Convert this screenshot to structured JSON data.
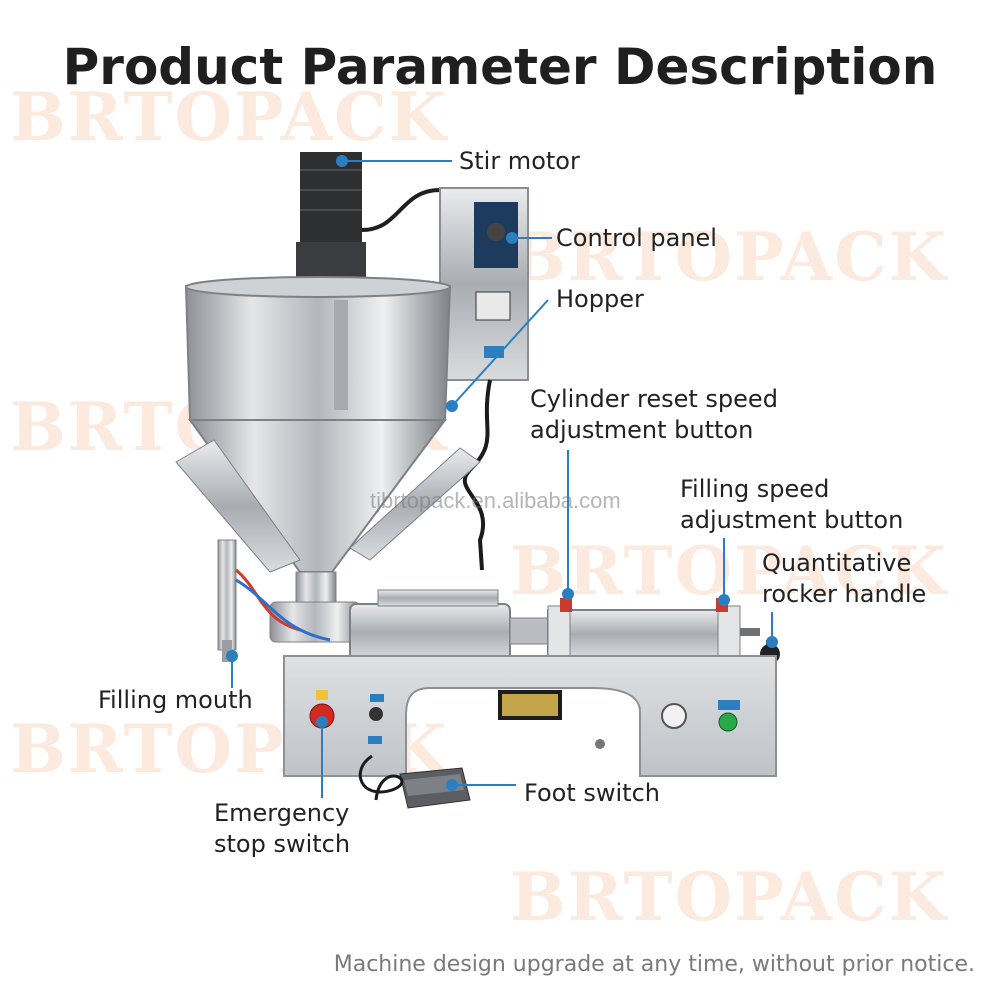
{
  "header": {
    "title": "Product Parameter Description"
  },
  "watermarks": {
    "brand": "BRTOPACK",
    "website": "tjbrtopack.en.alibaba.com"
  },
  "labels": {
    "stir_motor": "Stir motor",
    "control_panel": "Control panel",
    "hopper": "Hopper",
    "cylinder_reset_1": "Cylinder reset speed",
    "cylinder_reset_2": "adjustment button",
    "filling_speed_1": "Filling speed",
    "filling_speed_2": "adjustment button",
    "rocker_1": "Quantitative",
    "rocker_2": "rocker handle",
    "filling_mouth": "Filling mouth",
    "emergency_1": "Emergency",
    "emergency_2": "stop switch",
    "foot_switch": "Foot switch"
  },
  "footer": {
    "note": "Machine design upgrade at any time, without prior notice."
  },
  "colors": {
    "callout": "#2b7fc0",
    "watermark": "#f0a06e",
    "steel": "#c9ccd0"
  }
}
